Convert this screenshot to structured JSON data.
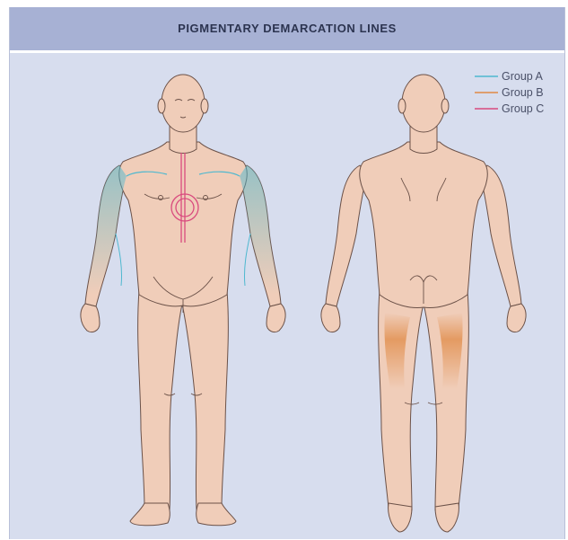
{
  "title": "PIGMENTARY DEMARCATION LINES",
  "legend": [
    {
      "label": "Group A",
      "color": "#4fb8cf"
    },
    {
      "label": "Group B",
      "color": "#e08a45"
    },
    {
      "label": "Group C",
      "color": "#d94a7e"
    }
  ],
  "colors": {
    "background": "#d7ddee",
    "banner": "#a7b1d4",
    "skin": "#f0cdb9",
    "outline": "#6b5148"
  }
}
